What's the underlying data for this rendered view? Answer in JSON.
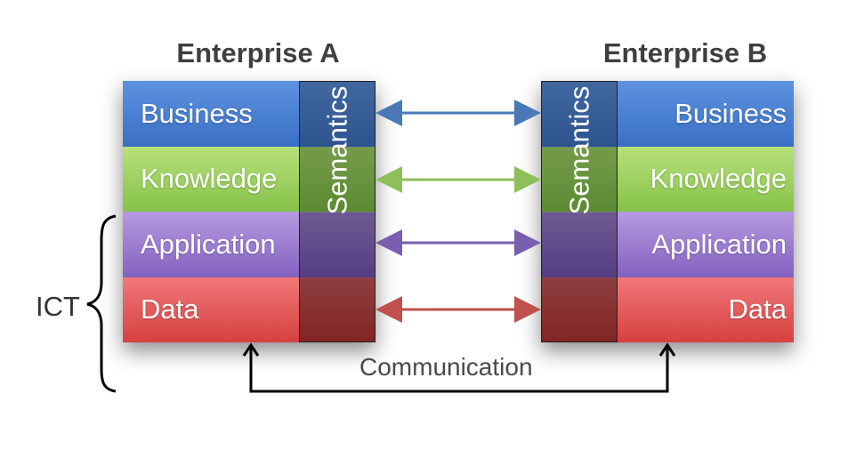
{
  "enterprise_a": {
    "title": "Enterprise A",
    "layers": [
      "Business",
      "Knowledge",
      "Application",
      "Data"
    ]
  },
  "enterprise_b": {
    "title": "Enterprise B",
    "layers": [
      "Business",
      "Knowledge",
      "Application",
      "Data"
    ]
  },
  "semantics_label": "Semantics",
  "ict_label": "ICT",
  "communication_label": "Communication",
  "colors": {
    "business": "#3a6fc4",
    "knowledge": "#86c24a",
    "application": "#8461c0",
    "data": "#d7403f",
    "arrow_business": "#4a78b8",
    "arrow_knowledge": "#8fbf5a",
    "arrow_application": "#7a5fb0",
    "arrow_data": "#c0504d"
  }
}
